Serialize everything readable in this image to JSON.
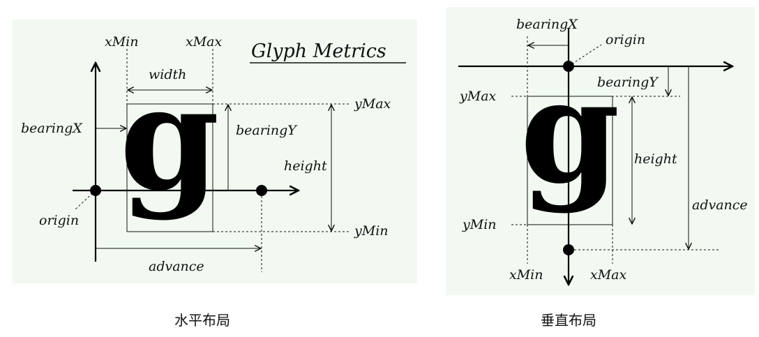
{
  "colors": {
    "panel_bg": "#f1f9f1",
    "ink": "#111111"
  },
  "horizontal": {
    "title": "Glyph Metrics",
    "glyph": "g",
    "labels": {
      "xmin": "xMin",
      "xmax": "xMax",
      "width": "width",
      "ymax": "yMax",
      "ymin": "yMin",
      "bearingx": "bearingX",
      "bearingy": "bearingY",
      "height": "height",
      "origin": "origin",
      "advance": "advance"
    },
    "caption": "水平布局"
  },
  "vertical": {
    "glyph": "g",
    "labels": {
      "bearingx": "bearingX",
      "origin": "origin",
      "bearingy": "bearingY",
      "ymax": "yMax",
      "height": "height",
      "advance": "advance",
      "ymin": "yMin",
      "xmin": "xMin",
      "xmax": "xMax"
    },
    "caption": "垂直布局"
  }
}
